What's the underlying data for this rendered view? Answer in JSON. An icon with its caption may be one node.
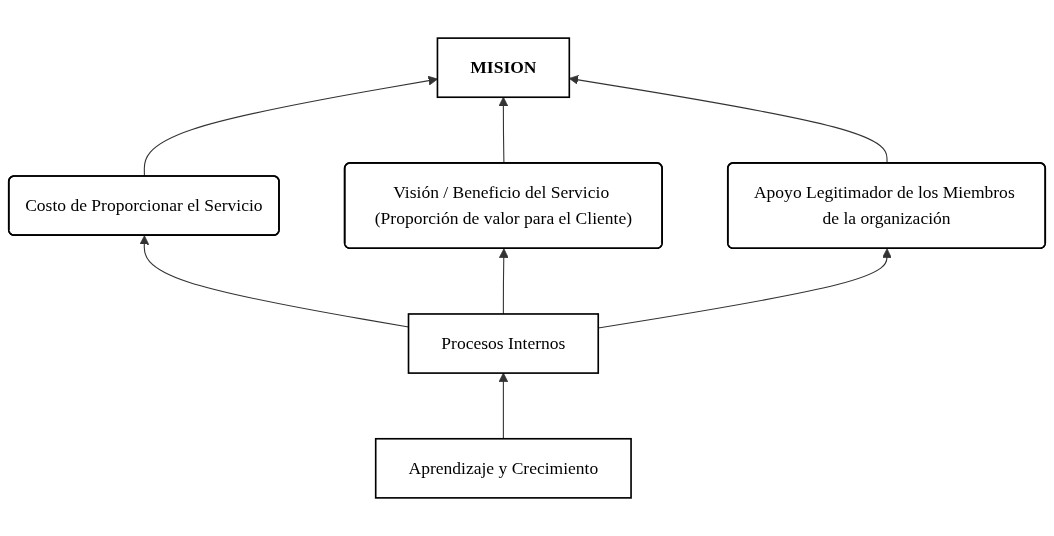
{
  "diagram": {
    "nodes": [
      {
        "text": [
          "MISION"
        ]
      },
      {
        "text": [
          "Costo de Proporcionar el Servicio"
        ]
      },
      {
        "text": [
          "Visión / Beneficio del Servicio (Proporción de valor para el Cliente)"
        ]
      },
      {
        "text": [
          "Apoyo Legitimador de los Miembros de la organización"
        ]
      },
      {
        "text": [
          "Procesos Internos"
        ]
      },
      {
        "text": [
          "Aprendizaje y Crecimiento"
        ]
      }
    ],
    "edges": [
      {
        "from": 1,
        "to": 0,
        "arrow": "to"
      },
      {
        "from": 2,
        "to": 0,
        "arrow": "to"
      },
      {
        "from": 3,
        "to": 0,
        "arrow": "to"
      },
      {
        "from": 4,
        "to": 1,
        "arrow": "to"
      },
      {
        "from": 4,
        "to": 2,
        "arrow": "to"
      },
      {
        "from": 4,
        "to": 3,
        "arrow": "to"
      },
      {
        "from": 5,
        "to": 4,
        "arrow": "to"
      }
    ]
  }
}
